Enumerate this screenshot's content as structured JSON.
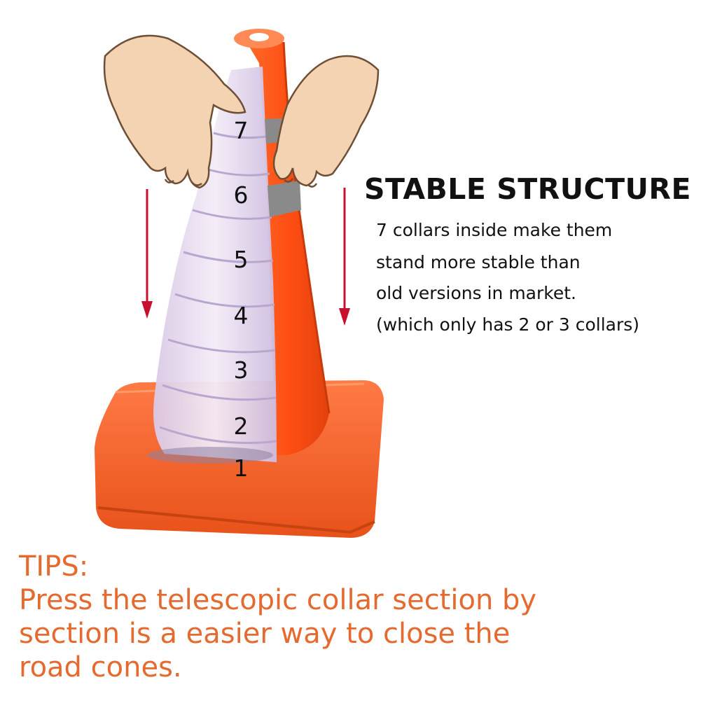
{
  "heading": "STABLE STRUCTURE",
  "description_lines": [
    "7 collars inside make them",
    "stand more stable than",
    "old versions in market.",
    "(which only has 2 or 3 collars)"
  ],
  "tips_label": "TIPS:",
  "tips_lines": [
    "Press the telescopic collar section by",
    "section is a easier way to close the",
    "road cones."
  ],
  "collar_numbers": [
    "1",
    "2",
    "3",
    "4",
    "5",
    "6",
    "7"
  ],
  "colors": {
    "cone_orange": "#ff5a1f",
    "base_orange": "#f9642a",
    "tips_text": "#e56a2f",
    "arrow_red": "#c8102e",
    "skin": "#f3d3b1"
  }
}
